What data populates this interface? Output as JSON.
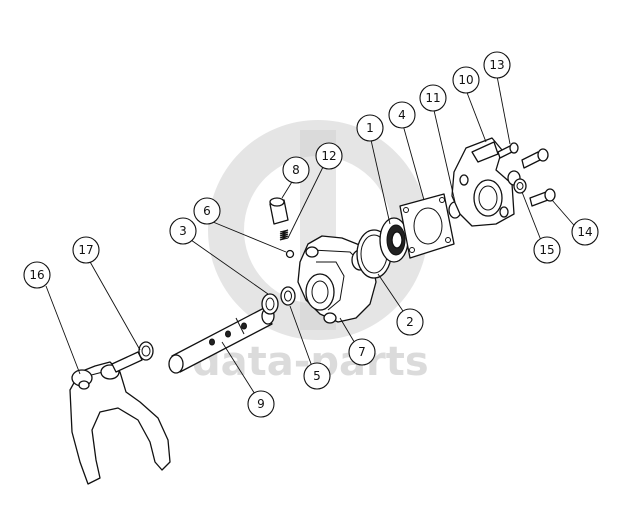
{
  "watermark": {
    "text": "data-parts",
    "color": "#cccccc"
  },
  "balloons": [
    {
      "id": "b1",
      "label": "1"
    },
    {
      "id": "b2",
      "label": "2"
    },
    {
      "id": "b3",
      "label": "3"
    },
    {
      "id": "b4",
      "label": "4"
    },
    {
      "id": "b5",
      "label": "5"
    },
    {
      "id": "b6",
      "label": "6"
    },
    {
      "id": "b7",
      "label": "7"
    },
    {
      "id": "b8",
      "label": "8"
    },
    {
      "id": "b9",
      "label": "9"
    },
    {
      "id": "b10",
      "label": "10"
    },
    {
      "id": "b11",
      "label": "11"
    },
    {
      "id": "b12",
      "label": "12"
    },
    {
      "id": "b13",
      "label": "13"
    },
    {
      "id": "b14",
      "label": "14"
    },
    {
      "id": "b15",
      "label": "15"
    },
    {
      "id": "b16",
      "label": "16"
    },
    {
      "id": "b17",
      "label": "17"
    }
  ]
}
